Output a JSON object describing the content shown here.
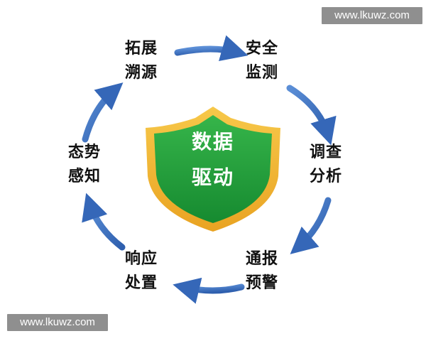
{
  "watermarks": {
    "top": "www.lkuwz.com",
    "bottom": "www.lkuwz.com"
  },
  "center": {
    "line1": "数据",
    "line2": "驱动"
  },
  "nodes": [
    {
      "line1": "拓展",
      "line2": "溯源"
    },
    {
      "line1": "安全",
      "line2": "监测"
    },
    {
      "line1": "调查",
      "line2": "分析"
    },
    {
      "line1": "通报",
      "line2": "预警"
    },
    {
      "line1": "响应",
      "line2": "处置"
    },
    {
      "line1": "态势",
      "line2": "感知"
    }
  ],
  "colors": {
    "arrow": "#3a6fc0",
    "shield_outer": "#f2b62e",
    "shield_inner": "#1f9a3a",
    "text": "#111111"
  }
}
